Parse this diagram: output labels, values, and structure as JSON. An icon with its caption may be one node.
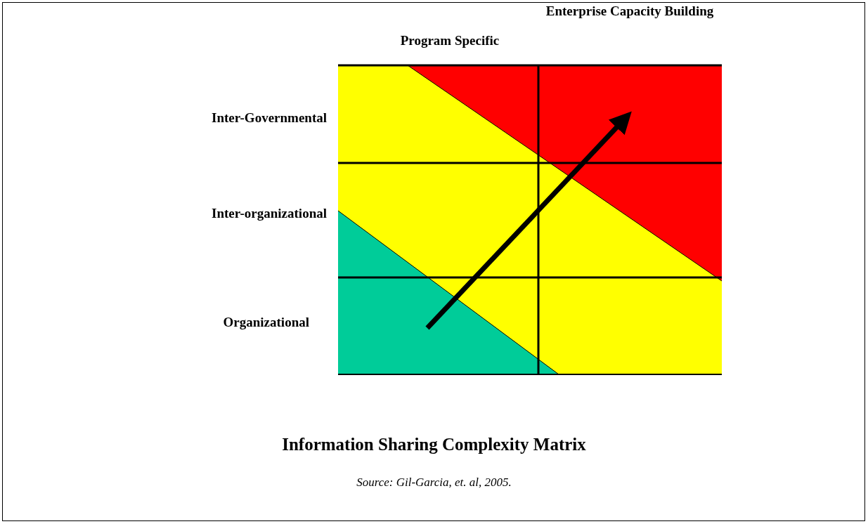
{
  "diagram": {
    "caption": "Information Sharing Complexity Matrix",
    "labels": [
      "Program Specific",
      "Enterprise Capacity Building",
      "Inter-Governmental",
      "Inter-organizational",
      "Organizational",
      "Source: Gil-Garcia, et. al, 2005."
    ]
  }
}
